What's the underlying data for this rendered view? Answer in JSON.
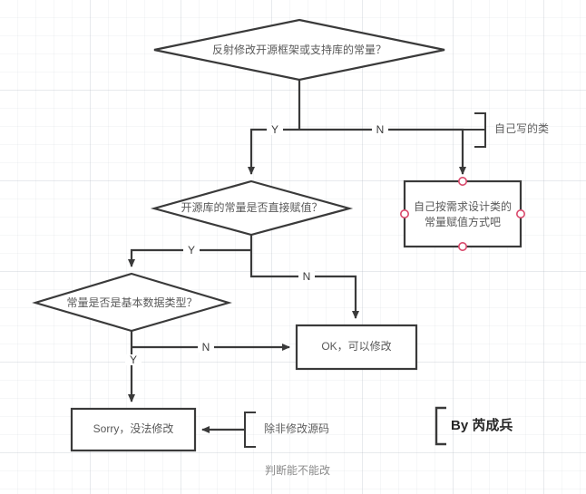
{
  "diagram": {
    "type": "flowchart",
    "caption": "判断能不能改",
    "signature": "By 芮成兵",
    "line_color": "#3a3a3a",
    "text_color": "#595959",
    "selection_handle_color": "#d9486b",
    "nodes": [
      {
        "id": "q1",
        "shape": "diamond",
        "label": "反射修改开源框架或支持库的常量？",
        "selected": false
      },
      {
        "id": "q2",
        "shape": "diamond",
        "label": "开源库的常量是否直接赋值？",
        "selected": false
      },
      {
        "id": "q3",
        "shape": "diamond",
        "label": "常量是否是基本数据类型？",
        "selected": false
      },
      {
        "id": "r_custom",
        "shape": "rect",
        "label_line1": "自己按需求设计类的",
        "label_line2": "常量赋值方式吧",
        "selected": true
      },
      {
        "id": "r_ok",
        "shape": "rect",
        "label": "OK，可以修改",
        "selected": false
      },
      {
        "id": "r_sorry",
        "shape": "rect",
        "label": "Sorry，没法修改",
        "selected": false
      }
    ],
    "edge_labels": {
      "q1_yes": "Y",
      "q1_no": "N",
      "q2_yes": "Y",
      "q2_no": "N",
      "q3_yes": "Y",
      "q3_no": "N"
    },
    "annotations": [
      {
        "id": "note_self_class",
        "text": "自己写的类",
        "bracket": "left-brace"
      },
      {
        "id": "note_source_code",
        "text": "除非修改源码",
        "bracket": "left-brace"
      }
    ]
  }
}
